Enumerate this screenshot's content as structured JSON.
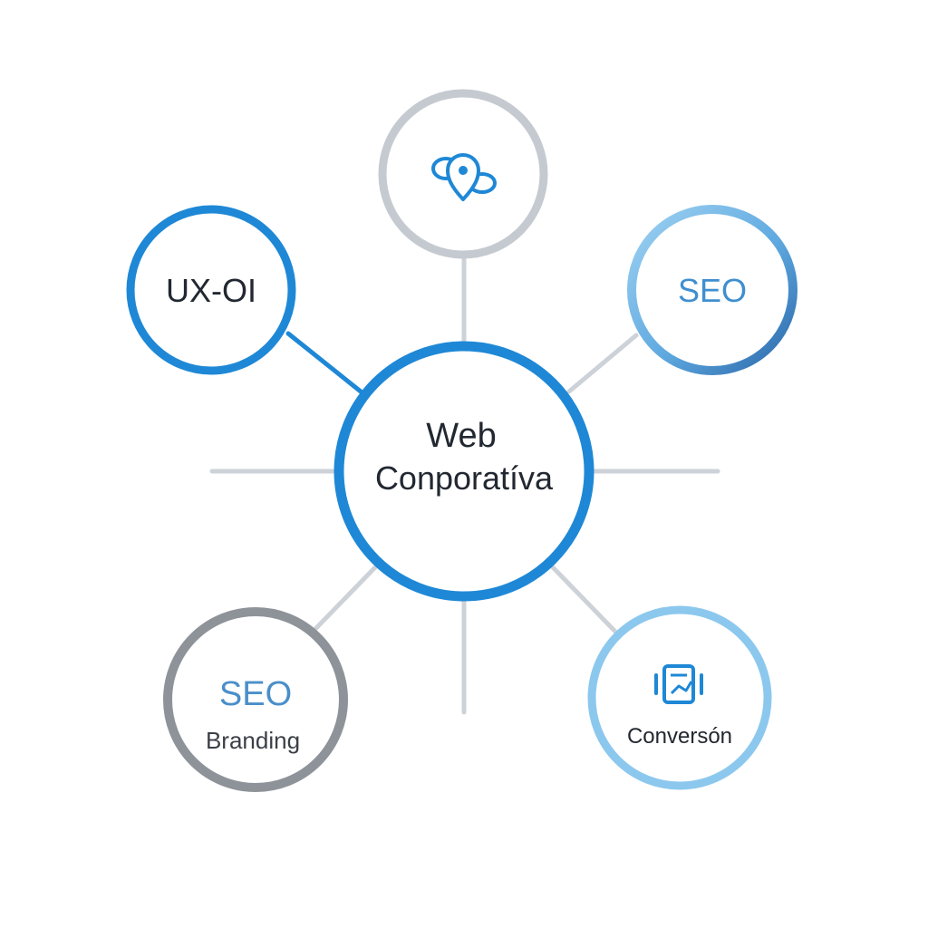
{
  "center": {
    "title_line1": "Web",
    "title_line2": "Conporatíva"
  },
  "nodes": {
    "top": {
      "icon": "location-pin-icon"
    },
    "left_upper": {
      "label": "UX-OI"
    },
    "right_upper": {
      "label": "SEO"
    },
    "left_lower": {
      "label_primary": "SEO",
      "label_secondary": "Branding"
    },
    "right_lower": {
      "icon": "edit-document-icon",
      "label": "Conversón"
    }
  },
  "colors": {
    "blue_primary": "#1e88d6",
    "blue_dark": "#2b6cb0",
    "blue_light": "#8cc8ee",
    "gray_ring": "#c5cad1",
    "gray_dark_ring": "#8e9399",
    "connector": "#cdd2d8",
    "text_dark": "#222831",
    "text_blue": "#3f8fd0"
  }
}
